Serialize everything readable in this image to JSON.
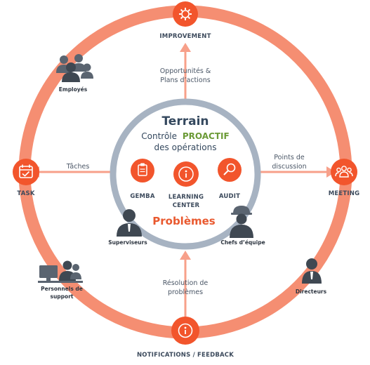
{
  "colors": {
    "ring": "#f58e72",
    "node": "#f2552c",
    "inner_ring": "#a7b3c2",
    "arrow": "#f7a08a",
    "title": "#34485e",
    "proactif": "#6b9a36",
    "problems": "#e9592f",
    "icon_gray": "#5a6470"
  },
  "nodes": {
    "top": {
      "label": "IMPROVEMENT",
      "icon": "gear-icon"
    },
    "left": {
      "label": "TASK",
      "icon": "calendar-check-icon"
    },
    "right": {
      "label": "MEETING",
      "icon": "group-icon"
    },
    "bottom": {
      "label": "NOTIFICATIONS / FEEDBACK",
      "icon": "info-icon"
    }
  },
  "arrows": {
    "up": [
      "Opportunités &",
      "Plans d’actions"
    ],
    "left": [
      "Tâches"
    ],
    "right": [
      "Points de",
      "discussion"
    ],
    "bottom": [
      "Résolution de",
      "problèmes"
    ]
  },
  "center": {
    "title": "Terrain",
    "line1_pre": "Contrôle",
    "line1_highlight": "PROACTIF",
    "line2": "des opérations",
    "items": [
      {
        "label": "GEMBA",
        "icon": "clipboard-icon"
      },
      {
        "label_line1": "LEARNING",
        "label_line2": "CENTER",
        "icon": "info-icon"
      },
      {
        "label": "AUDIT",
        "icon": "magnifier-icon"
      }
    ],
    "problems": "Problèmes"
  },
  "people": {
    "employes": "Employés",
    "superviseurs": "Superviseurs",
    "chefs": "Chefs d’équipe",
    "personnels": [
      "Personnels de",
      "support"
    ],
    "directeurs": "Directeurs"
  }
}
